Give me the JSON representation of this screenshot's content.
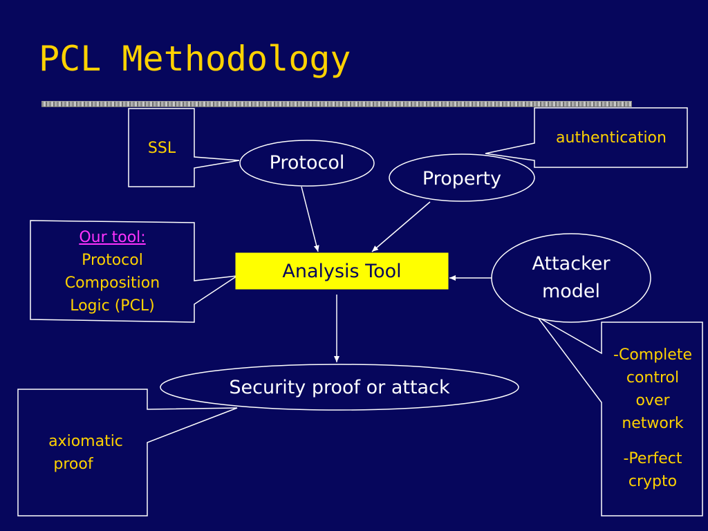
{
  "title": "PCL Methodology",
  "nodes": {
    "protocol": "Protocol",
    "property": "Property",
    "analysis_tool": "Analysis Tool",
    "attacker_model": [
      "Attacker",
      "model"
    ],
    "security_proof": "Security proof or attack"
  },
  "notes": {
    "ssl": "SSL",
    "authentication": "authentication",
    "our_tool_heading": "Our tool:",
    "our_tool_lines": [
      "Protocol",
      "Composition",
      "Logic (PCL)"
    ],
    "axiomatic": [
      "axiomatic",
      "proof"
    ],
    "attacker_details": [
      "-Complete",
      "control",
      "over",
      "network",
      "-Perfect",
      "crypto"
    ]
  },
  "colors": {
    "background": "#06065c",
    "title": "#ffd200",
    "note_text": "#ffd200",
    "node_text": "#ffffff",
    "highlight_box": "#ffff00",
    "link_text": "#ff33ff"
  }
}
